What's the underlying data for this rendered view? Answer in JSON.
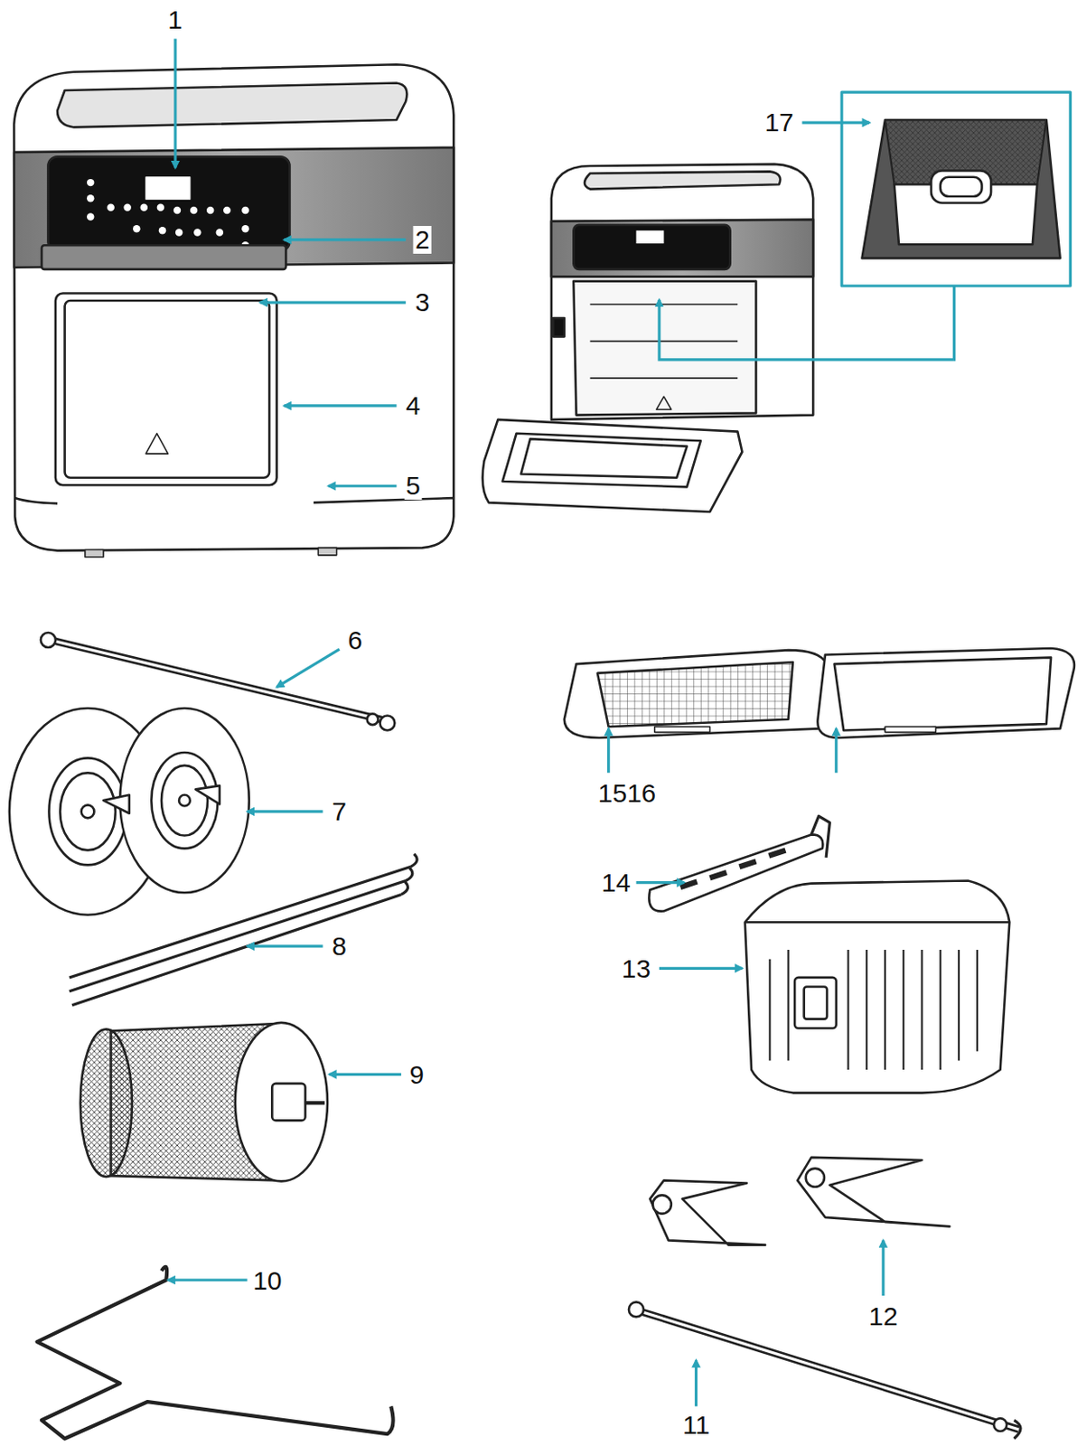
{
  "diagram": {
    "labels": [
      "1",
      "2",
      "3",
      "4",
      "5",
      "17",
      "6",
      "7",
      "8",
      "9",
      "10",
      "1516",
      "14",
      "13",
      "12",
      "11"
    ]
  }
}
